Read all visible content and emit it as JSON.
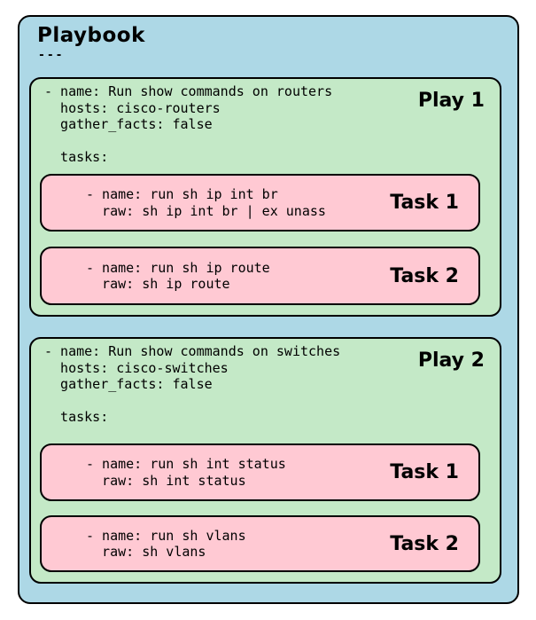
{
  "playbook": {
    "title": "Playbook",
    "doc_marker": "---",
    "plays": [
      {
        "label": "Play 1",
        "code": "- name: Run show commands on routers\n  hosts: cisco-routers\n  gather_facts: false\n\n  tasks:",
        "tasks": [
          {
            "label": "Task 1",
            "code": "- name: run sh ip int br\n  raw: sh ip int br | ex unass"
          },
          {
            "label": "Task 2",
            "code": "- name: run sh ip route\n  raw: sh ip route"
          }
        ]
      },
      {
        "label": "Play 2",
        "code": "- name: Run show commands on switches\n  hosts: cisco-switches\n  gather_facts: false\n\n  tasks:",
        "tasks": [
          {
            "label": "Task 1",
            "code": "- name: run sh int status\n  raw: sh int status"
          },
          {
            "label": "Task 2",
            "code": "- name: run sh vlans\n  raw: sh vlans"
          }
        ]
      }
    ]
  },
  "colors": {
    "playbook_bg": "#ADD8E6",
    "play_bg": "#C4E9C7",
    "task_bg": "#FFC9D3",
    "border": "#000000",
    "page_bg": "#FFFFFF"
  }
}
